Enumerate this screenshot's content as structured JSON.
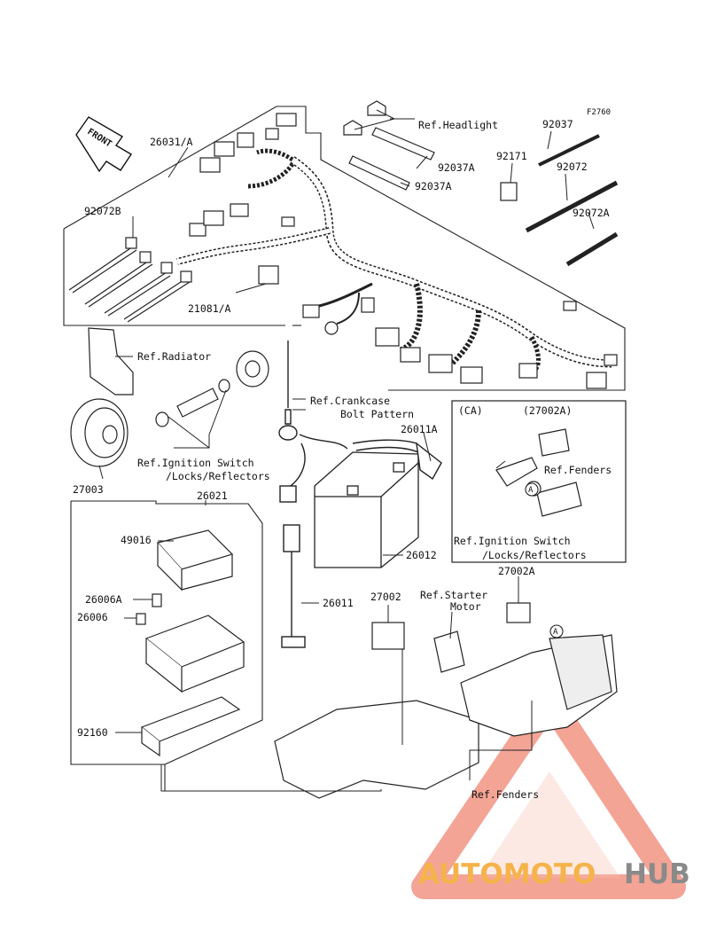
{
  "figure_code": "F2760",
  "front_label": "FRONT",
  "parts": {
    "p26031": "26031/A",
    "p92072B": "92072B",
    "p21081": "21081/A",
    "p92037": "92037",
    "p92037A_1": "92037A",
    "p92037A_2": "92037A",
    "p92171": "92171",
    "p92072": "92072",
    "p92072A": "92072A",
    "p27003": "27003",
    "p26011A": "26011A",
    "p26021": "26021",
    "p49016": "49016",
    "p26006A": "26006A",
    "p26006": "26006",
    "p92160": "92160",
    "p26012": "26012",
    "p26011": "26011",
    "p27002": "27002",
    "p27002A": "27002A",
    "p27002A_box": "(27002A)"
  },
  "refs": {
    "headlight": "Ref.Headlight",
    "radiator": "Ref.Radiator",
    "crankcase_1": "Ref.Crankcase",
    "crankcase_2": "Bolt Pattern",
    "ignition_left_1": "Ref.Ignition Switch",
    "ignition_left_2": "/Locks/Reflectors",
    "fenders_box": "Ref.Fenders",
    "ignition_box_1": "Ref.Ignition Switch",
    "ignition_box_2": "/Locks/Reflectors",
    "starter_1": "Ref.Starter",
    "starter_2": "Motor",
    "fenders_bottom": "Ref.Fenders"
  },
  "inset_box": {
    "region": "(CA)",
    "marker_a": "A"
  },
  "marker_a_main": "A",
  "watermark": {
    "part1": "AUTOMOTO",
    "part2": "HUB",
    "color_primary": "#f5b34a",
    "color_secondary": "#8a8a8a",
    "triangle_color": "#e8452c"
  }
}
